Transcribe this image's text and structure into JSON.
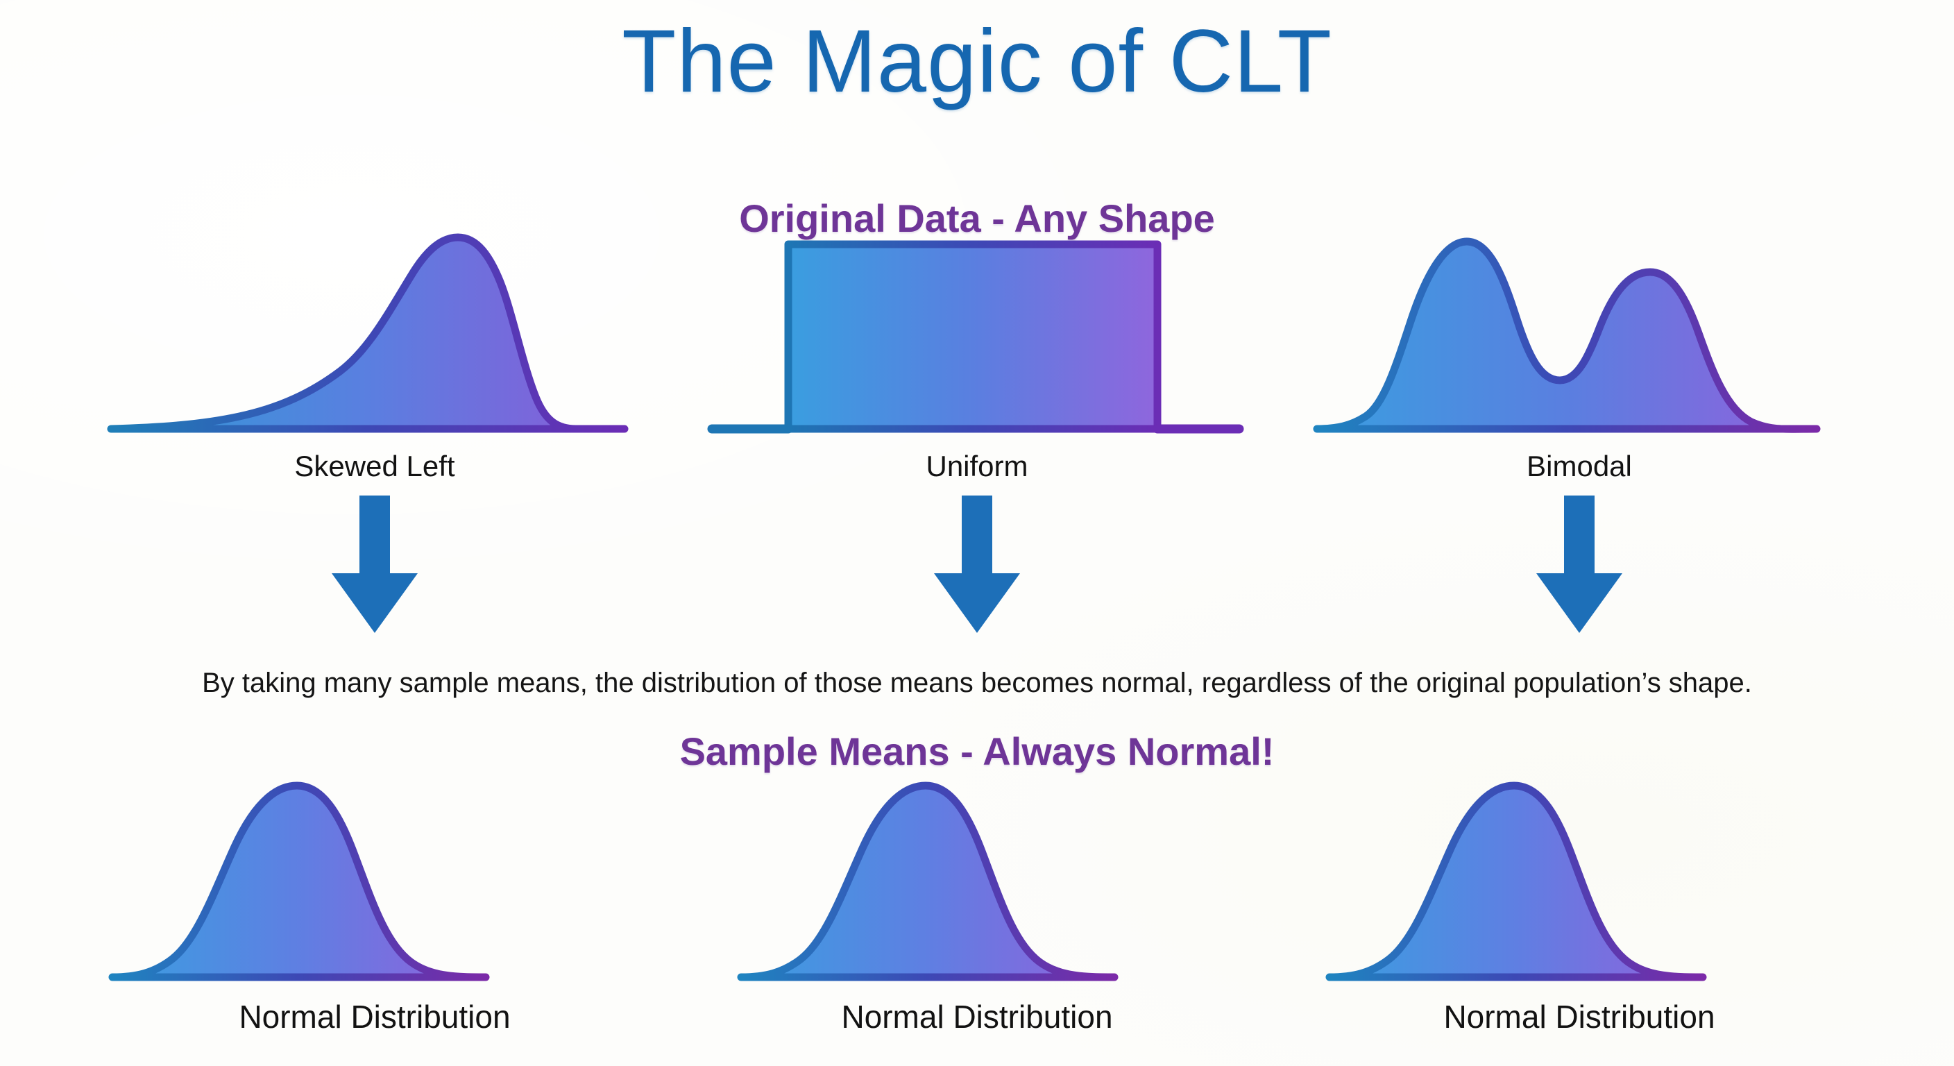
{
  "title": "The Magic of CLT",
  "headings": {
    "top": "Original Data - Any Shape",
    "bottom": "Sample Means - Always Normal!"
  },
  "caption": "By taking many sample means, the distribution of those means becomes normal, regardless of the original population’s shape.",
  "colors": {
    "title_blue": "#1667b0",
    "heading_purple": "#6e3597",
    "arrow_blue": "#1d6fb8",
    "gradient_start": "#2f9ad6",
    "gradient_end": "#8b5ad8",
    "stroke_start": "#1f7fb8",
    "stroke_end": "#6b2db5",
    "background": "#fdfdfb",
    "label_text": "#121212"
  },
  "icons": {
    "arrow": "arrow-down-icon"
  },
  "top_row": [
    {
      "label": "Skewed Left",
      "shape": "skewed-left"
    },
    {
      "label": "Uniform",
      "shape": "uniform"
    },
    {
      "label": "Bimodal",
      "shape": "bimodal"
    }
  ],
  "bottom_row": [
    {
      "label": "Normal Distribution",
      "shape": "normal"
    },
    {
      "label": "Normal Distribution",
      "shape": "normal"
    },
    {
      "label": "Normal Distribution",
      "shape": "normal"
    }
  ],
  "arrows": [
    {
      "name": "arrow-skewed-left-to-normal"
    },
    {
      "name": "arrow-uniform-to-normal"
    },
    {
      "name": "arrow-bimodal-to-normal"
    }
  ],
  "chart_data": [
    {
      "type": "area",
      "title": "Skewed Left",
      "xlabel": "",
      "ylabel": "",
      "xlim": [
        0,
        100
      ],
      "ylim": [
        0,
        1
      ],
      "grid": false,
      "legend": "none",
      "x": [
        0,
        5,
        10,
        15,
        20,
        25,
        30,
        35,
        40,
        45,
        50,
        55,
        60,
        65,
        70,
        75,
        80,
        85,
        90,
        95,
        100
      ],
      "values": [
        0.01,
        0.01,
        0.02,
        0.03,
        0.04,
        0.06,
        0.08,
        0.11,
        0.15,
        0.21,
        0.3,
        0.43,
        0.6,
        0.79,
        0.94,
        1.0,
        0.92,
        0.65,
        0.32,
        0.09,
        0.01
      ]
    },
    {
      "type": "area",
      "title": "Uniform",
      "xlabel": "",
      "ylabel": "",
      "xlim": [
        0,
        100
      ],
      "ylim": [
        0,
        1
      ],
      "grid": false,
      "legend": "none",
      "x": [
        0,
        8,
        8,
        92,
        92,
        100
      ],
      "values": [
        0.0,
        0.0,
        1.0,
        1.0,
        0.0,
        0.0
      ]
    },
    {
      "type": "area",
      "title": "Bimodal",
      "xlabel": "",
      "ylabel": "",
      "xlim": [
        0,
        100
      ],
      "ylim": [
        0,
        1
      ],
      "grid": false,
      "legend": "none",
      "x": [
        0,
        5,
        10,
        15,
        20,
        25,
        30,
        35,
        40,
        45,
        50,
        55,
        60,
        65,
        70,
        75,
        80,
        85,
        90,
        95,
        100
      ],
      "values": [
        0.01,
        0.03,
        0.09,
        0.26,
        0.56,
        0.86,
        1.0,
        0.88,
        0.57,
        0.31,
        0.25,
        0.38,
        0.62,
        0.8,
        0.85,
        0.76,
        0.53,
        0.28,
        0.11,
        0.03,
        0.01
      ]
    },
    {
      "type": "area",
      "title": "Normal Distribution",
      "xlabel": "",
      "ylabel": "",
      "xlim": [
        0,
        100
      ],
      "ylim": [
        0,
        1
      ],
      "grid": false,
      "legend": "none",
      "x": [
        0,
        5,
        10,
        15,
        20,
        25,
        30,
        35,
        40,
        45,
        50,
        55,
        60,
        65,
        70,
        75,
        80,
        85,
        90,
        95,
        100
      ],
      "values": [
        0.01,
        0.02,
        0.04,
        0.08,
        0.16,
        0.29,
        0.47,
        0.68,
        0.87,
        0.98,
        1.0,
        0.94,
        0.8,
        0.61,
        0.41,
        0.25,
        0.13,
        0.06,
        0.03,
        0.01,
        0.01
      ]
    },
    {
      "type": "area",
      "title": "Normal Distribution",
      "xlabel": "",
      "ylabel": "",
      "xlim": [
        0,
        100
      ],
      "ylim": [
        0,
        1
      ],
      "grid": false,
      "legend": "none",
      "x": [
        0,
        5,
        10,
        15,
        20,
        25,
        30,
        35,
        40,
        45,
        50,
        55,
        60,
        65,
        70,
        75,
        80,
        85,
        90,
        95,
        100
      ],
      "values": [
        0.01,
        0.02,
        0.04,
        0.08,
        0.16,
        0.29,
        0.47,
        0.68,
        0.87,
        0.98,
        1.0,
        0.94,
        0.8,
        0.61,
        0.41,
        0.25,
        0.13,
        0.06,
        0.03,
        0.01,
        0.01
      ]
    },
    {
      "type": "area",
      "title": "Normal Distribution",
      "xlabel": "",
      "ylabel": "",
      "xlim": [
        0,
        100
      ],
      "ylim": [
        0,
        1
      ],
      "grid": false,
      "legend": "none",
      "x": [
        0,
        5,
        10,
        15,
        20,
        25,
        30,
        35,
        40,
        45,
        50,
        55,
        60,
        65,
        70,
        75,
        80,
        85,
        90,
        95,
        100
      ],
      "values": [
        0.01,
        0.02,
        0.04,
        0.08,
        0.16,
        0.29,
        0.47,
        0.68,
        0.87,
        0.98,
        1.0,
        0.94,
        0.8,
        0.61,
        0.41,
        0.25,
        0.13,
        0.06,
        0.03,
        0.01,
        0.01
      ]
    }
  ]
}
